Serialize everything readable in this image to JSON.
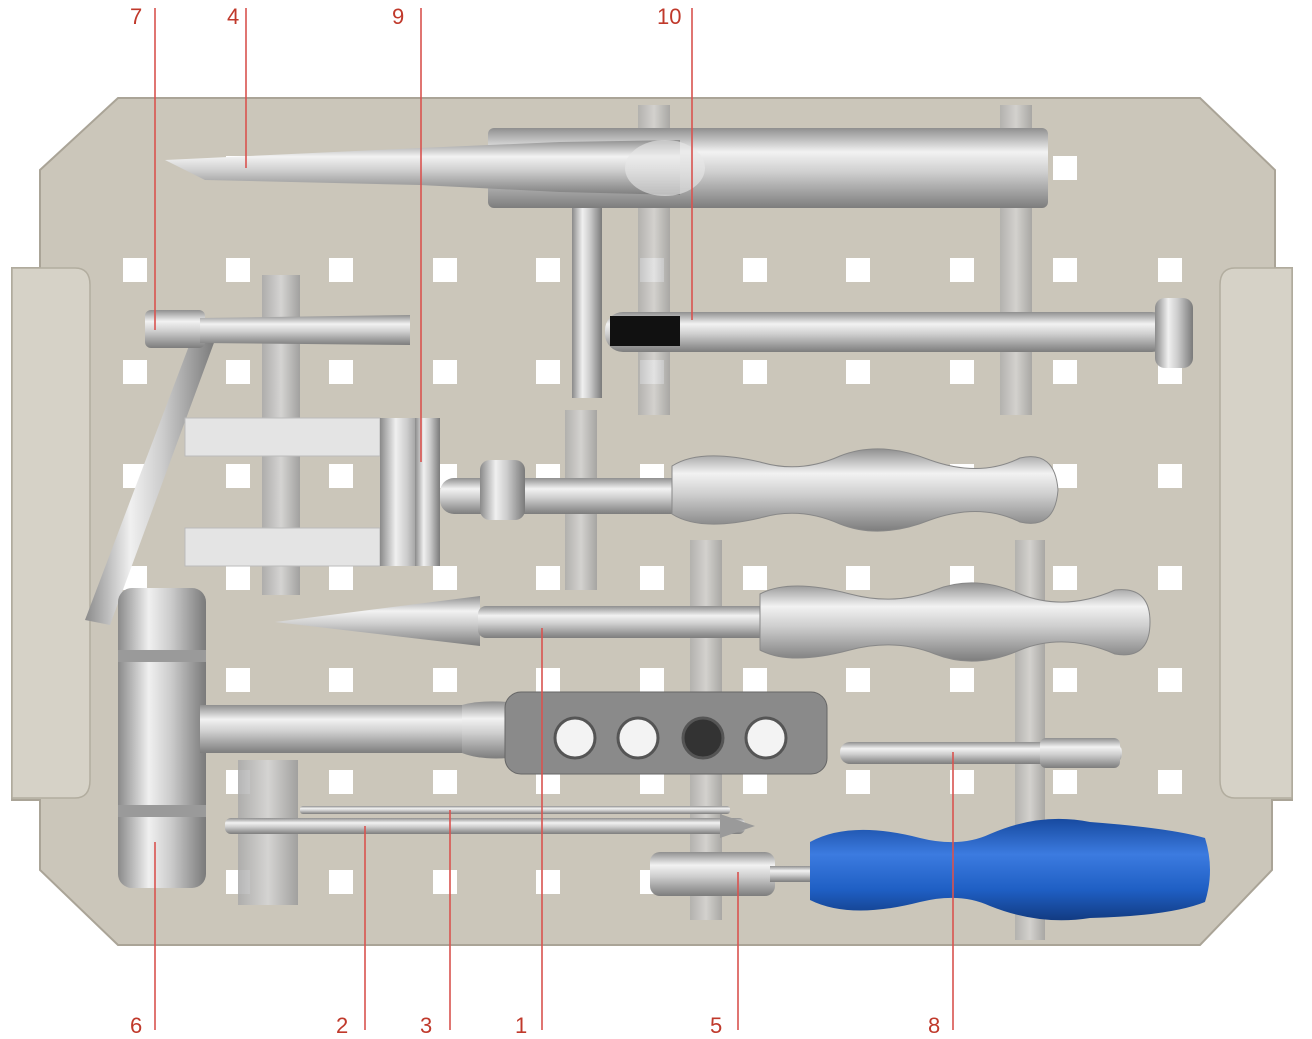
{
  "figure": {
    "callouts_top": [
      "7",
      "4",
      "9",
      "10"
    ],
    "callouts_bottom": [
      "6",
      "2",
      "3",
      "1",
      "5",
      "8"
    ]
  },
  "colors": {
    "tray": "#c9c4b8",
    "tray_edge": "#b2ad9f",
    "hole": "#ffffff",
    "steel_light": "#eeeeee",
    "steel_mid": "#c8c8c8",
    "steel_dark": "#8c8c8c",
    "handle_blue": "#1f5fc4",
    "leader": "#d9534f",
    "label": "#c0392b"
  },
  "instruments": [
    "instrument-1",
    "instrument-2",
    "instrument-3",
    "instrument-4",
    "instrument-5",
    "instrument-6",
    "instrument-7",
    "instrument-8",
    "instrument-9",
    "instrument-10"
  ]
}
